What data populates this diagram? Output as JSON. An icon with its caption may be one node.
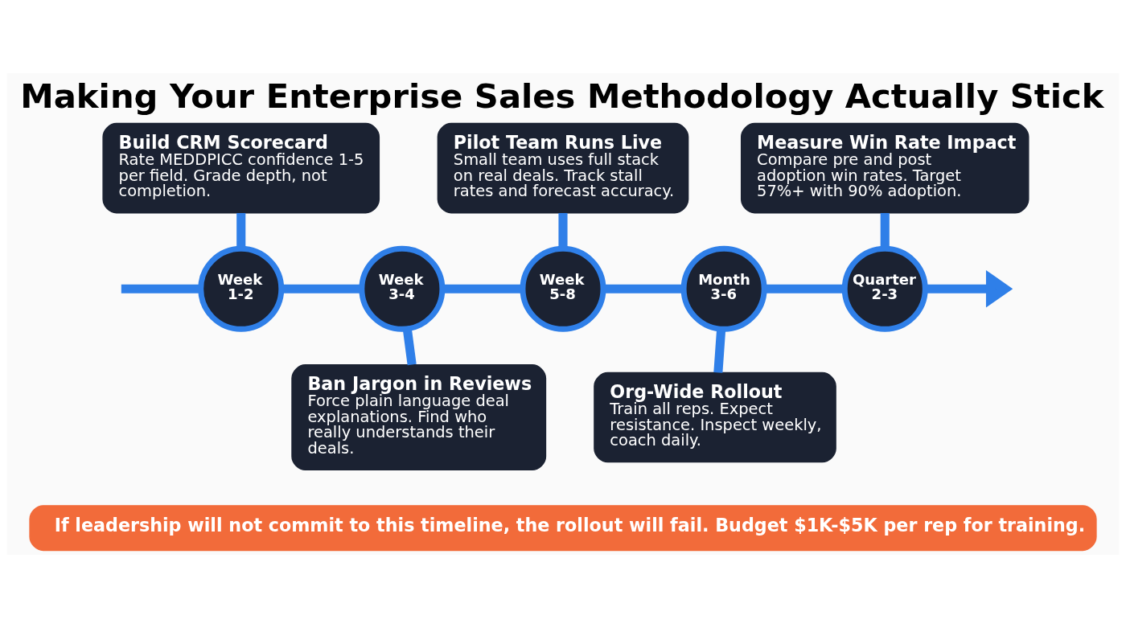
{
  "diagram": {
    "title": "Making Your Enterprise Sales Methodology Actually Stick",
    "nodes": [
      {
        "text": [
          "Build CRM Scorecard",
          "Rate MEDDPICC confidence 1-5 per field. Grade depth, not completion."
        ]
      },
      {
        "text": [
          "Pilot Team Runs Live",
          "Small team uses full stack on real deals. Track stall rates and forecast accuracy."
        ]
      },
      {
        "text": [
          "Measure Win Rate Impact",
          "Compare pre and post adoption win rates. Target 57%+ with 90% adoption."
        ]
      },
      {
        "text": [
          "Week 1-2"
        ]
      },
      {
        "text": [
          "Week 3-4"
        ]
      },
      {
        "text": [
          "Week 5-8"
        ]
      },
      {
        "text": [
          "Month 3-6"
        ]
      },
      {
        "text": [
          "Quarter 2-3"
        ]
      },
      {
        "text": [
          "Ban Jargon in Reviews",
          "Force plain language deal explanations. Find who really understands their deals."
        ]
      },
      {
        "text": [
          "Org-Wide Rollout",
          "Train all reps. Expect resistance. Inspect weekly, coach daily."
        ]
      },
      {
        "text": [
          "If leadership will not commit to this timeline, the rollout will fail. Budget $1K-$5K per rep for training."
        ]
      }
    ],
    "edges": [
      {
        "from": null,
        "to": 3,
        "arrow": "none"
      },
      {
        "from": 3,
        "to": 4,
        "arrow": "none"
      },
      {
        "from": 4,
        "to": 5,
        "arrow": "none"
      },
      {
        "from": 5,
        "to": 6,
        "arrow": "none"
      },
      {
        "from": 6,
        "to": 7,
        "arrow": "none"
      },
      {
        "from": 7,
        "to": null,
        "arrow": "to"
      },
      {
        "from": 0,
        "to": 3,
        "arrow": "none"
      },
      {
        "from": 4,
        "to": 8,
        "arrow": "none"
      },
      {
        "from": 1,
        "to": 5,
        "arrow": "none"
      },
      {
        "from": 6,
        "to": 9,
        "arrow": "none"
      },
      {
        "from": 2,
        "to": 7,
        "arrow": "none"
      }
    ]
  }
}
